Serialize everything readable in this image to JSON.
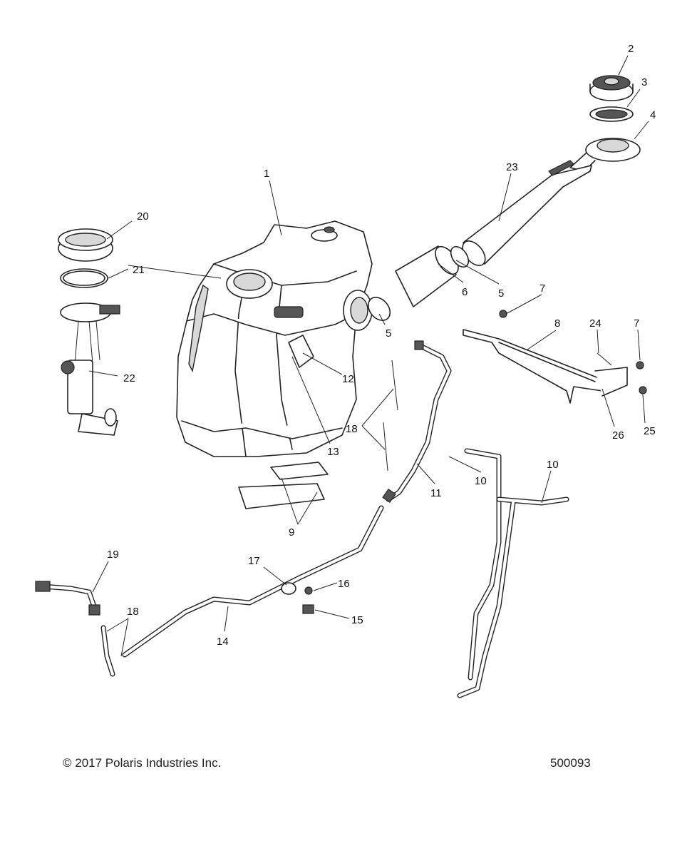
{
  "diagram": {
    "callouts": [
      {
        "id": "c1",
        "label": "1"
      },
      {
        "id": "c2",
        "label": "2"
      },
      {
        "id": "c3",
        "label": "3"
      },
      {
        "id": "c4",
        "label": "4"
      },
      {
        "id": "c23",
        "label": "23"
      },
      {
        "id": "c20",
        "label": "20"
      },
      {
        "id": "c21",
        "label": "21"
      },
      {
        "id": "c5a",
        "label": "5"
      },
      {
        "id": "c6",
        "label": "6"
      },
      {
        "id": "c7a",
        "label": "7"
      },
      {
        "id": "c5b",
        "label": "5"
      },
      {
        "id": "c8",
        "label": "8"
      },
      {
        "id": "c24",
        "label": "24"
      },
      {
        "id": "c7b",
        "label": "7"
      },
      {
        "id": "c22",
        "label": "22"
      },
      {
        "id": "c12",
        "label": "12"
      },
      {
        "id": "c18a",
        "label": "18"
      },
      {
        "id": "c13",
        "label": "13"
      },
      {
        "id": "c26",
        "label": "26"
      },
      {
        "id": "c25",
        "label": "25"
      },
      {
        "id": "c10a",
        "label": "10"
      },
      {
        "id": "c10b",
        "label": "10"
      },
      {
        "id": "c11",
        "label": "11"
      },
      {
        "id": "c9",
        "label": "9"
      },
      {
        "id": "c19",
        "label": "19"
      },
      {
        "id": "c17",
        "label": "17"
      },
      {
        "id": "c16",
        "label": "16"
      },
      {
        "id": "c18b",
        "label": "18"
      },
      {
        "id": "c15",
        "label": "15"
      },
      {
        "id": "c14",
        "label": "14"
      }
    ]
  },
  "footer": {
    "copyright": "© 2017 Polaris Industries Inc.",
    "drawing_number": "500093"
  }
}
